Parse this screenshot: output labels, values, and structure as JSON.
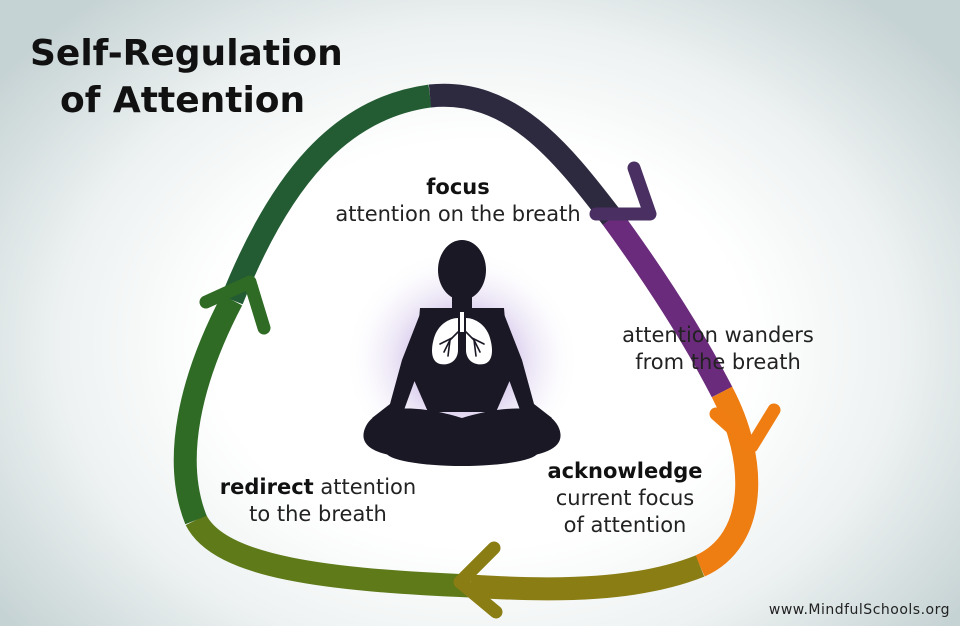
{
  "title": {
    "line1": "Self-Regulation",
    "line2": "of Attention"
  },
  "stages": {
    "focus": {
      "bold": "focus",
      "text": "attention on the breath"
    },
    "wanders": {
      "line1": "attention wanders",
      "line2": "from the breath"
    },
    "acknowledge": {
      "bold": "acknowledge",
      "line1": "current focus",
      "line2": "of attention"
    },
    "redirect": {
      "bold": "redirect",
      "text1": " attention",
      "line2": "to the breath"
    }
  },
  "footer": {
    "url": "www.MindfulSchools.org"
  },
  "colors": {
    "arc_top": "#2b2b3a",
    "arc_right": "#6a2d7a",
    "arc_orange": "#ef7c12",
    "arc_bottom": "#6a7d19",
    "arc_left": "#2a6a2a",
    "figure": "#1a1824",
    "glow": "#b6a0d6"
  },
  "icons": [
    "meditating-figure-icon",
    "lungs-icon"
  ]
}
